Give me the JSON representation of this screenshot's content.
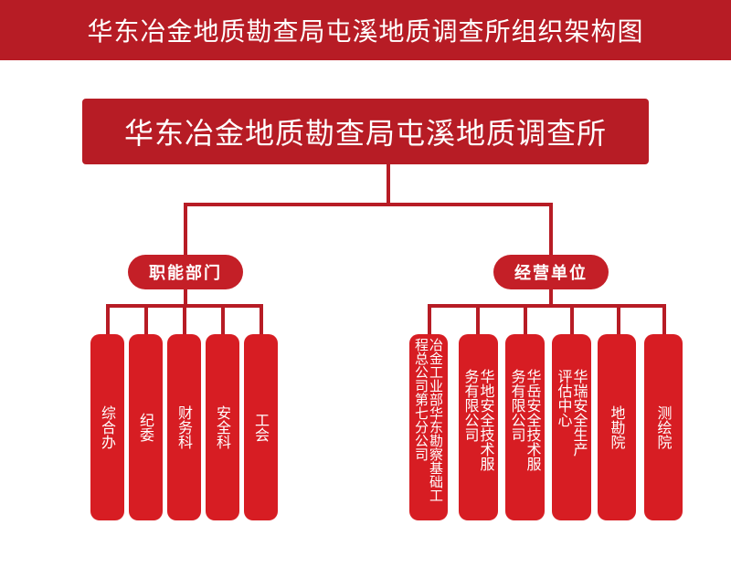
{
  "title": "华东冶金地质勘查局屯溪地质调查所组织架构图",
  "root": "华东冶金地质勘查局屯溪地质调查所",
  "groups": [
    {
      "label": "职能部门",
      "units": [
        "综合办",
        "纪委",
        "财务科",
        "安全科",
        "工会"
      ]
    },
    {
      "label": "经营单位",
      "units": [
        "冶金工业部华东勘察基础工程总公司第七分公司",
        "华地安全技术服务有限公司",
        "华岳安全技术服务有限公司",
        "华瑞安全生产评估中心",
        "地勘院",
        "测绘院"
      ]
    }
  ],
  "colors": {
    "banner": "#b71c25",
    "box": "#d71d23",
    "line": "#b71c25"
  }
}
